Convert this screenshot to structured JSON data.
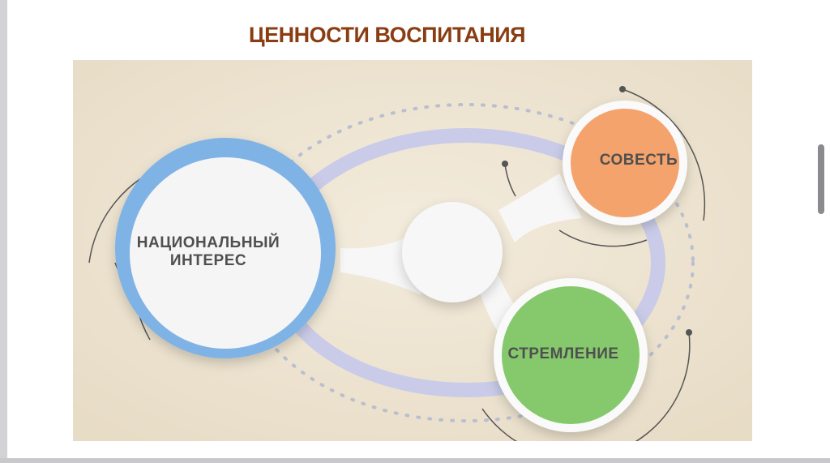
{
  "title": "ЦЕННОСТИ ВОСПИТАНИЯ",
  "nodes": {
    "national_interest": {
      "label": "НАЦИОНАЛЬНЫЙ\nИНТЕРЕС",
      "color": "#7fb3e6"
    },
    "conscience": {
      "label": "СОВЕСТЬ",
      "color": "#f5a36d"
    },
    "aspiration": {
      "label": "СТРЕМЛЕНИЕ",
      "color": "#86c96d"
    }
  },
  "colors": {
    "title": "#8a3d12",
    "background": "#efe5d3",
    "ring": "#c9cbe8",
    "hub": "#f7f7f7"
  }
}
